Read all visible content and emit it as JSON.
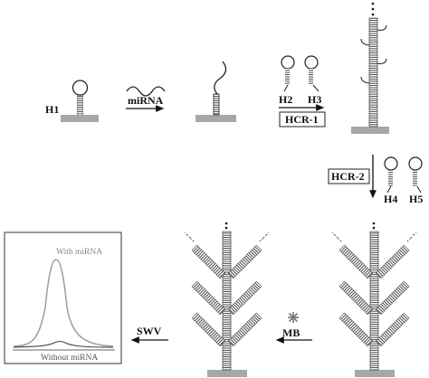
{
  "labels": {
    "h1": "H1",
    "mirna": "miRNA",
    "h2": "H2",
    "h3": "H3",
    "hcr1": "HCR-1",
    "hcr2": "HCR-2",
    "h4": "H4",
    "h5": "H5",
    "mb": "MB",
    "swv": "SWV"
  },
  "plot": {
    "with_label": "With miRNA",
    "without_label": "Without miRNA"
  }
}
